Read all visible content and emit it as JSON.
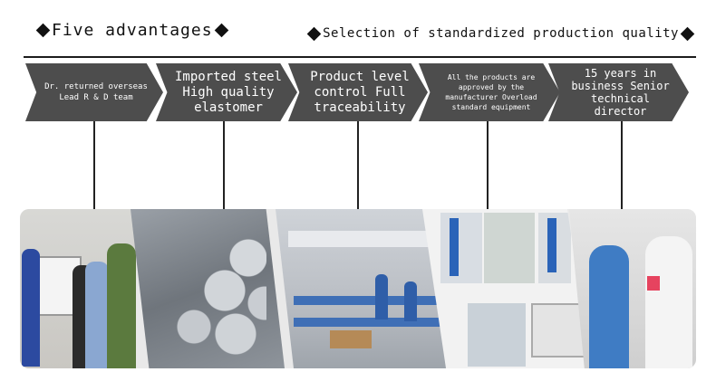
{
  "header": {
    "left_title": "Five advantages",
    "right_title": "Selection of standardized production quality"
  },
  "advantages": [
    {
      "label": "Dr. returned overseas\nLead R & D team"
    },
    {
      "label": "Imported steel\nHigh quality\nelastomer"
    },
    {
      "label": "Product level\ncontrol Full\ntraceability"
    },
    {
      "label": "All the products are\napproved by the\nmanufacturer Overload\nstandard equipment"
    },
    {
      "label": "15 years in\nbusiness Senior\ntechnical director"
    }
  ],
  "colors": {
    "chevron_fill": "#4d4d4d",
    "chevron_text": "#ffffff",
    "divider": "#1c1c1c"
  },
  "icons": {
    "bullet": "diamond"
  }
}
